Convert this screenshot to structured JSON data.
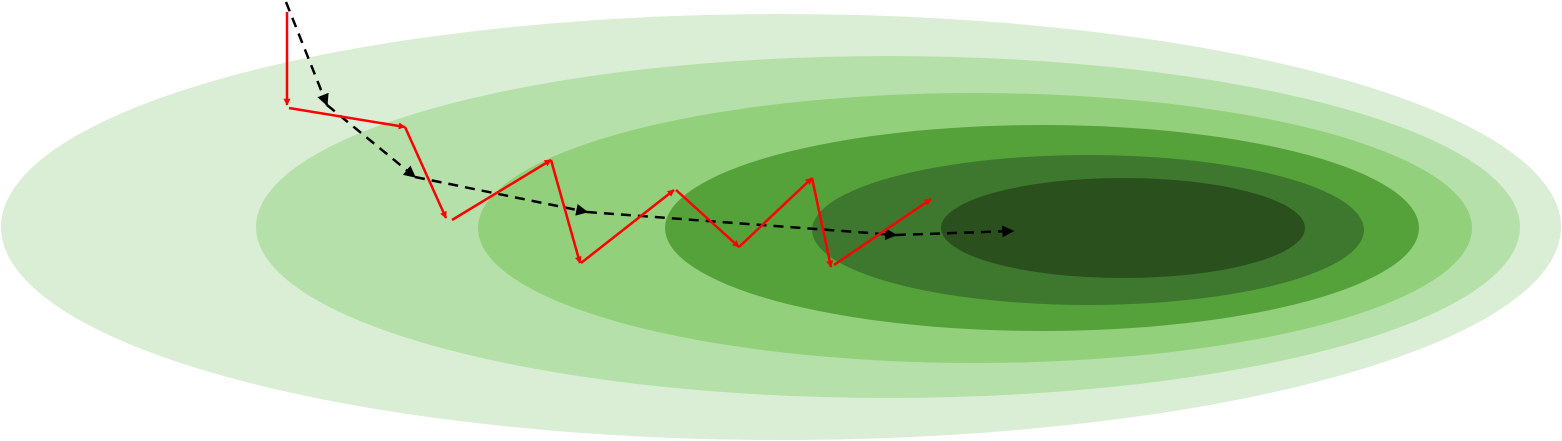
{
  "diagram": {
    "background_color": "#ffffff",
    "contour_colors": [
      "#daeed6",
      "#b6e0a9",
      "#93d07b",
      "#55a23b",
      "#3e782e",
      "#2a511d"
    ],
    "path_solid_color": "#ff0000",
    "path_dashed_color": "#000000",
    "paths": [
      {
        "id": "red-zigzag-path",
        "style": "solid",
        "segment_count": 11
      },
      {
        "id": "black-dashed-path",
        "style": "dashed",
        "segment_count": 4
      }
    ]
  }
}
